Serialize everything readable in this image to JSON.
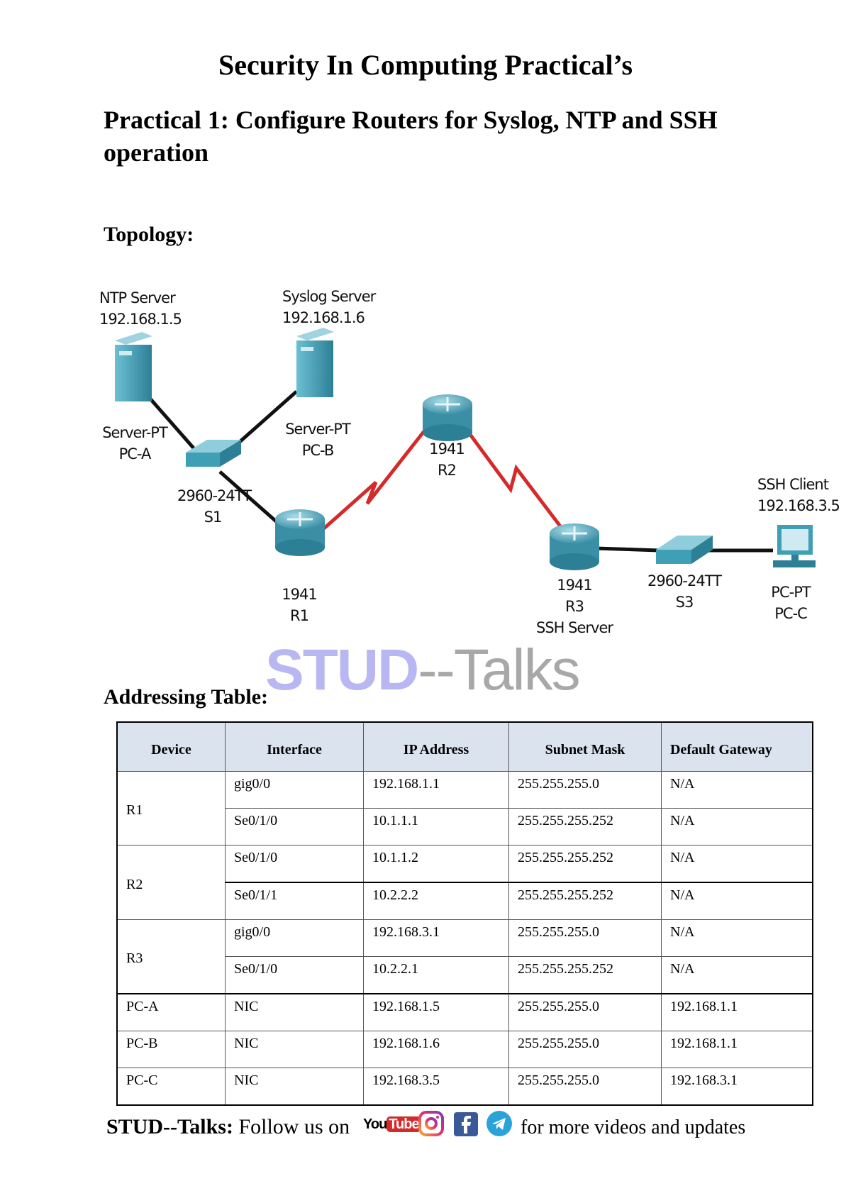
{
  "page": {
    "title": "Security In Computing Practical’s",
    "practical_heading": "Practical 1: Configure Routers for Syslog, NTP and SSH operation",
    "topology_label": "Topology:",
    "addressing_label": "Addressing Table:"
  },
  "topology": {
    "ntp_server": {
      "line1": "NTP Server",
      "line2": "192.168.1.5"
    },
    "syslog_server": {
      "line1": "Syslog Server",
      "line2": "192.168.1.6"
    },
    "pc_a": {
      "line1": "Server-PT",
      "line2": "PC-A"
    },
    "pc_b": {
      "line1": "Server-PT",
      "line2": "PC-B"
    },
    "s1": {
      "line1": "2960-24TT",
      "line2": "S1"
    },
    "r1": {
      "line1": "1941",
      "line2": "R1"
    },
    "r2": {
      "line1": "1941",
      "line2": "R2"
    },
    "r3": {
      "line1": "1941",
      "line2": "R3",
      "line3": "SSH Server"
    },
    "s3": {
      "line1": "2960-24TT",
      "line2": "S3"
    },
    "ssh_client": {
      "line1": "SSH Client",
      "line2": "192.168.3.5"
    },
    "pc_c": {
      "line1": "PC-PT",
      "line2": "PC-C"
    },
    "colors": {
      "serial_link": "#d42a2a",
      "ethernet_link": "#111111",
      "device": "#3f9fb5"
    }
  },
  "watermark": {
    "part1": "STUD",
    "part2": "--Talks"
  },
  "table": {
    "headers": [
      "Device",
      "Interface",
      "IP Address",
      "Subnet Mask",
      "Default Gateway"
    ],
    "rows": [
      {
        "device": "R1",
        "interface": "gig0/0",
        "ip": "192.168.1.1",
        "mask": "255.255.255.0",
        "gateway": "N/A"
      },
      {
        "device": "",
        "interface": "Se0/1/0",
        "ip": "10.1.1.1",
        "mask": "255.255.255.252",
        "gateway": "N/A"
      },
      {
        "device": "R2",
        "interface": "Se0/1/0",
        "ip": "10.1.1.2",
        "mask": "255.255.255.252",
        "gateway": "N/A"
      },
      {
        "device": "",
        "interface": "Se0/1/1",
        "ip": "10.2.2.2",
        "mask": "255.255.255.252",
        "gateway": "N/A"
      },
      {
        "device": "R3",
        "interface": "gig0/0",
        "ip": "192.168.3.1",
        "mask": "255.255.255.0",
        "gateway": "N/A"
      },
      {
        "device": "",
        "interface": "Se0/1/0",
        "ip": "10.2.2.1",
        "mask": "255.255.255.252",
        "gateway": "N/A"
      },
      {
        "device": "PC-A",
        "interface": "NIC",
        "ip": "192.168.1.5",
        "mask": "255.255.255.0",
        "gateway": "192.168.1.1"
      },
      {
        "device": "PC-B",
        "interface": "NIC",
        "ip": "192.168.1.6",
        "mask": "255.255.255.0",
        "gateway": "192.168.1.1"
      },
      {
        "device": "PC-C",
        "interface": "NIC",
        "ip": "192.168.3.5",
        "mask": "255.255.255.0",
        "gateway": "192.168.3.1"
      }
    ]
  },
  "footer": {
    "brand": "STUD--Talks:",
    "follow": "Follow us on",
    "youtube_text": "YouTube",
    "after": "for more videos and updates",
    "icons": [
      "youtube-icon",
      "instagram-icon",
      "facebook-icon",
      "telegram-icon"
    ]
  }
}
